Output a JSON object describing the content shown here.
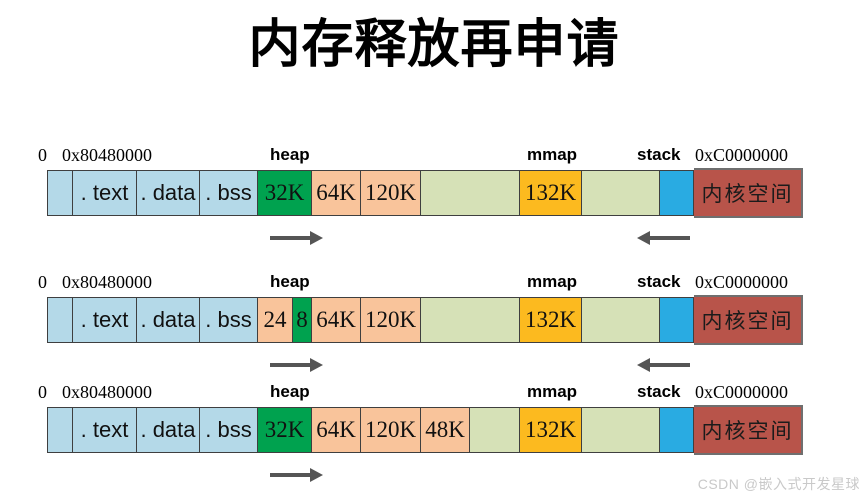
{
  "title": "内存释放再申请",
  "watermark": "CSDN @嵌入式开发星球",
  "colors": {
    "segment_lightblue": "#b4d9e8",
    "segment_allocated_green": "#00a24f",
    "segment_freed_peach": "#f9c49b",
    "segment_free_space_green": "#d6e1b7",
    "segment_mmap_gold": "#fcba1f",
    "segment_stack_blue": "#29abe2",
    "segment_kernel_red": "#b8544a",
    "segment_border": "#3f3f3f",
    "arrow_gray": "#555555",
    "watermark_gray": "#c9c9c9"
  },
  "rows": [
    {
      "labels": {
        "zero": "0",
        "start_addr": "0x80480000",
        "heap": "heap",
        "mmap": "mmap",
        "stack": "stack",
        "end_addr": "0xC0000000"
      },
      "segments": [
        {
          "label": ""
        },
        {
          "label": ". text"
        },
        {
          "label": ". data"
        },
        {
          "label": ". bss"
        },
        {
          "label": "32K"
        },
        {
          "label": "64K"
        },
        {
          "label": "120K"
        },
        {
          "label": ""
        },
        {
          "label": "132K"
        },
        {
          "label": ""
        },
        {
          "label": ""
        },
        {
          "label": "内核空间"
        }
      ],
      "arrows": {
        "heap_direction": "right",
        "stack_direction": "left"
      }
    },
    {
      "labels": {
        "zero": "0",
        "start_addr": "0x80480000",
        "heap": "heap",
        "mmap": "mmap",
        "stack": "stack",
        "end_addr": "0xC0000000"
      },
      "segments": [
        {
          "label": ""
        },
        {
          "label": ". text"
        },
        {
          "label": ". data"
        },
        {
          "label": ". bss"
        },
        {
          "label": "24"
        },
        {
          "label": "8"
        },
        {
          "label": "64K"
        },
        {
          "label": "120K"
        },
        {
          "label": ""
        },
        {
          "label": "132K"
        },
        {
          "label": ""
        },
        {
          "label": ""
        },
        {
          "label": "内核空间"
        }
      ],
      "arrows": {
        "heap_direction": "right",
        "stack_direction": "left"
      }
    },
    {
      "labels": {
        "zero": "0",
        "start_addr": "0x80480000",
        "heap": "heap",
        "mmap": "mmap",
        "stack": "stack",
        "end_addr": "0xC0000000"
      },
      "segments": [
        {
          "label": ""
        },
        {
          "label": ". text"
        },
        {
          "label": ". data"
        },
        {
          "label": ". bss"
        },
        {
          "label": "32K"
        },
        {
          "label": "64K"
        },
        {
          "label": "120K"
        },
        {
          "label": "48K"
        },
        {
          "label": ""
        },
        {
          "label": "132K"
        },
        {
          "label": ""
        },
        {
          "label": ""
        },
        {
          "label": "内核空间"
        }
      ],
      "arrows": {
        "heap_direction": "right"
      }
    }
  ]
}
